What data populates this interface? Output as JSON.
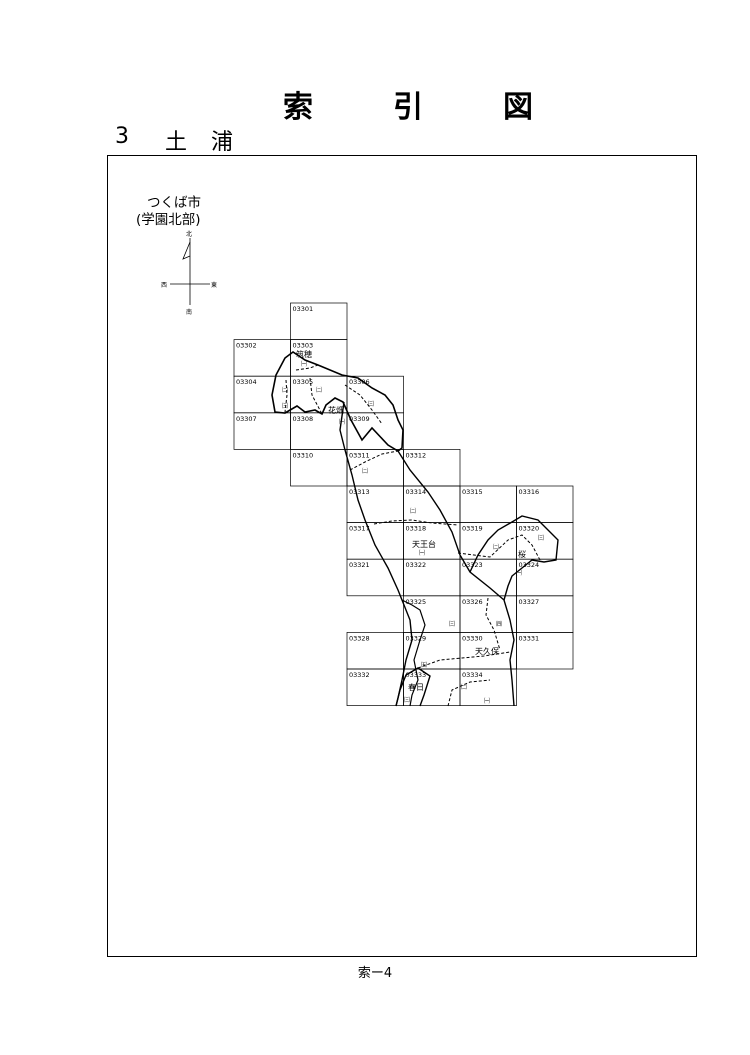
{
  "header": {
    "title_chars": [
      "索",
      "引",
      "図"
    ],
    "area_number": "3",
    "area_name_chars": [
      "土",
      "浦"
    ]
  },
  "city": {
    "line1": "つくば市",
    "line2": "(学園北部)"
  },
  "compass": {
    "north": "北",
    "south": "南",
    "east": "東",
    "west": "西"
  },
  "grid_cells": [
    {
      "id": "03301",
      "col": 1,
      "row": 0
    },
    {
      "id": "03302",
      "col": 0,
      "row": 1
    },
    {
      "id": "03303",
      "col": 1,
      "row": 1
    },
    {
      "id": "03304",
      "col": 0,
      "row": 2
    },
    {
      "id": "03305",
      "col": 1,
      "row": 2
    },
    {
      "id": "03306",
      "col": 2,
      "row": 2
    },
    {
      "id": "03307",
      "col": 0,
      "row": 3
    },
    {
      "id": "03308",
      "col": 1,
      "row": 3
    },
    {
      "id": "03309",
      "col": 2,
      "row": 3
    },
    {
      "id": "03310",
      "col": 1,
      "row": 4
    },
    {
      "id": "03311",
      "col": 2,
      "row": 4
    },
    {
      "id": "03312",
      "col": 3,
      "row": 4
    },
    {
      "id": "03313",
      "col": 2,
      "row": 5
    },
    {
      "id": "03314",
      "col": 3,
      "row": 5
    },
    {
      "id": "03315",
      "col": 4,
      "row": 5
    },
    {
      "id": "03316",
      "col": 5,
      "row": 5
    },
    {
      "id": "03317",
      "col": 2,
      "row": 6
    },
    {
      "id": "03318",
      "col": 3,
      "row": 6
    },
    {
      "id": "03319",
      "col": 4,
      "row": 6
    },
    {
      "id": "03320",
      "col": 5,
      "row": 6
    },
    {
      "id": "03321",
      "col": 2,
      "row": 7
    },
    {
      "id": "03322",
      "col": 3,
      "row": 7
    },
    {
      "id": "03323",
      "col": 4,
      "row": 7
    },
    {
      "id": "03324",
      "col": 5,
      "row": 7
    },
    {
      "id": "03325",
      "col": 3,
      "row": 8
    },
    {
      "id": "03326",
      "col": 4,
      "row": 8
    },
    {
      "id": "03327",
      "col": 5,
      "row": 8
    },
    {
      "id": "03328",
      "col": 2,
      "row": 9
    },
    {
      "id": "03329",
      "col": 3,
      "row": 9
    },
    {
      "id": "03330",
      "col": 4,
      "row": 9
    },
    {
      "id": "03331",
      "col": 5,
      "row": 9
    },
    {
      "id": "03332",
      "col": 2,
      "row": 10
    },
    {
      "id": "03333",
      "col": 3,
      "row": 10
    },
    {
      "id": "03334",
      "col": 4,
      "row": 10
    }
  ],
  "place_names": [
    {
      "id": "tsukuho",
      "text": "筑穂"
    },
    {
      "id": "hanabatake",
      "text": "花畑"
    },
    {
      "id": "tennodai",
      "text": "天王台"
    },
    {
      "id": "sakura",
      "text": "桜"
    },
    {
      "id": "tenkubo",
      "text": "天久保"
    },
    {
      "id": "kasuga",
      "text": "春日"
    }
  ],
  "chome_marks": {
    "one": "㈠",
    "two": "㈡",
    "three": "㈢",
    "four": "㈣",
    "five": "㈤"
  },
  "footer": {
    "page_label": "索ー4"
  }
}
